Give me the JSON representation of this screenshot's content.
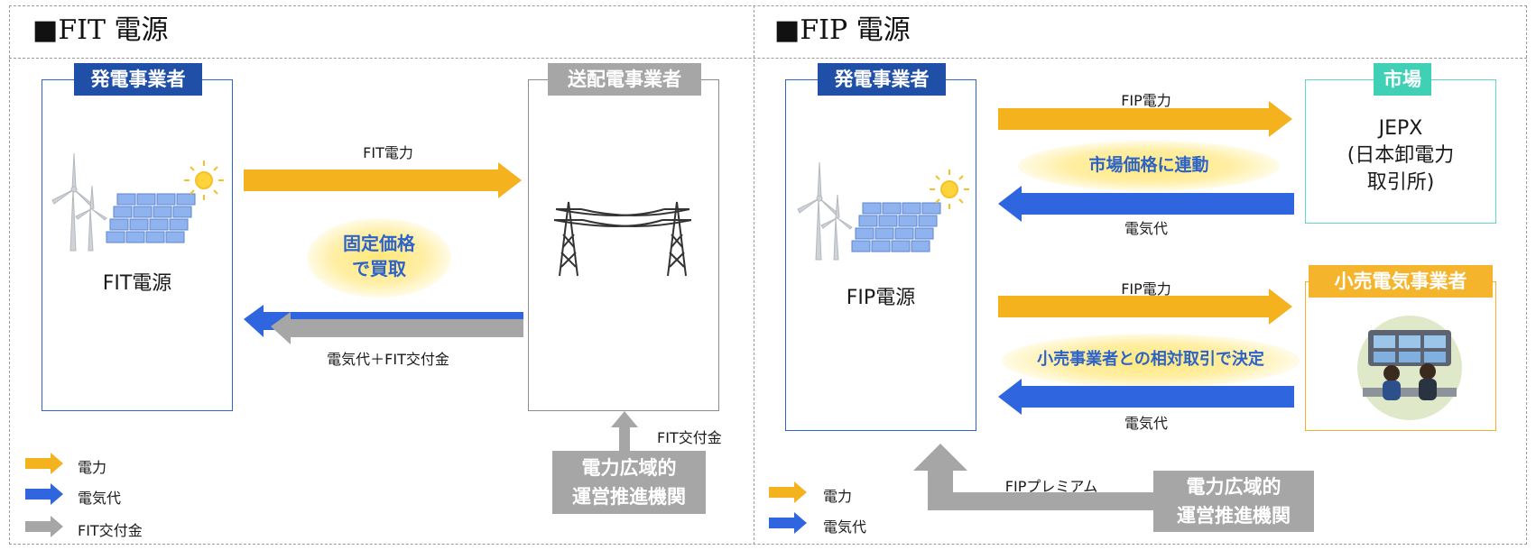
{
  "fit_panel": {
    "title": "■FIT 電源",
    "generator_tag": "発電事業者",
    "source_label": "FIT電源",
    "transmission_tag": "送配電事業者",
    "power_flow_label": "FIT電力",
    "fixed_price_line1": "固定価格",
    "fixed_price_line2": "で買取",
    "payment_label": "電気代＋FIT交付金",
    "subsidy_label": "FIT交付金",
    "organization_line1": "電力広域的",
    "organization_line2": "運営推進機関",
    "legend": [
      {
        "label": "電力",
        "color": "#f5b21f"
      },
      {
        "label": "電気代",
        "color": "#2f66e0"
      },
      {
        "label": "FIT交付金",
        "color": "#a6a6a6"
      }
    ]
  },
  "fip_panel": {
    "title": "■FIP 電源",
    "generator_tag": "発電事業者",
    "source_label": "FIP電源",
    "market_tag": "市場",
    "market_line1": "JEPX",
    "market_line2": "(日本卸電力",
    "market_line3": "取引所)",
    "power_to_market_label": "FIP電力",
    "market_price_label": "市場価格に連動",
    "market_payment_label": "電気代",
    "retailer_tag": "小売電気事業者",
    "power_to_retailer_label": "FIP電力",
    "relative_trade_label": "小売事業者との相対取引で決定",
    "retailer_payment_label": "電気代",
    "premium_label": "FIPプレミアム",
    "organization_line1": "電力広域的",
    "organization_line2": "運営推進機関",
    "legend": [
      {
        "label": "電力",
        "color": "#f5b21f"
      },
      {
        "label": "電気代",
        "color": "#2f66e0"
      }
    ]
  },
  "colors": {
    "power": "#f5b21f",
    "payment": "#2f66e0",
    "subsidy": "#a6a6a6",
    "tag_blue": "#1f4fa6",
    "tag_green": "#3fd0b5",
    "tag_orange": "#f4b42c"
  }
}
